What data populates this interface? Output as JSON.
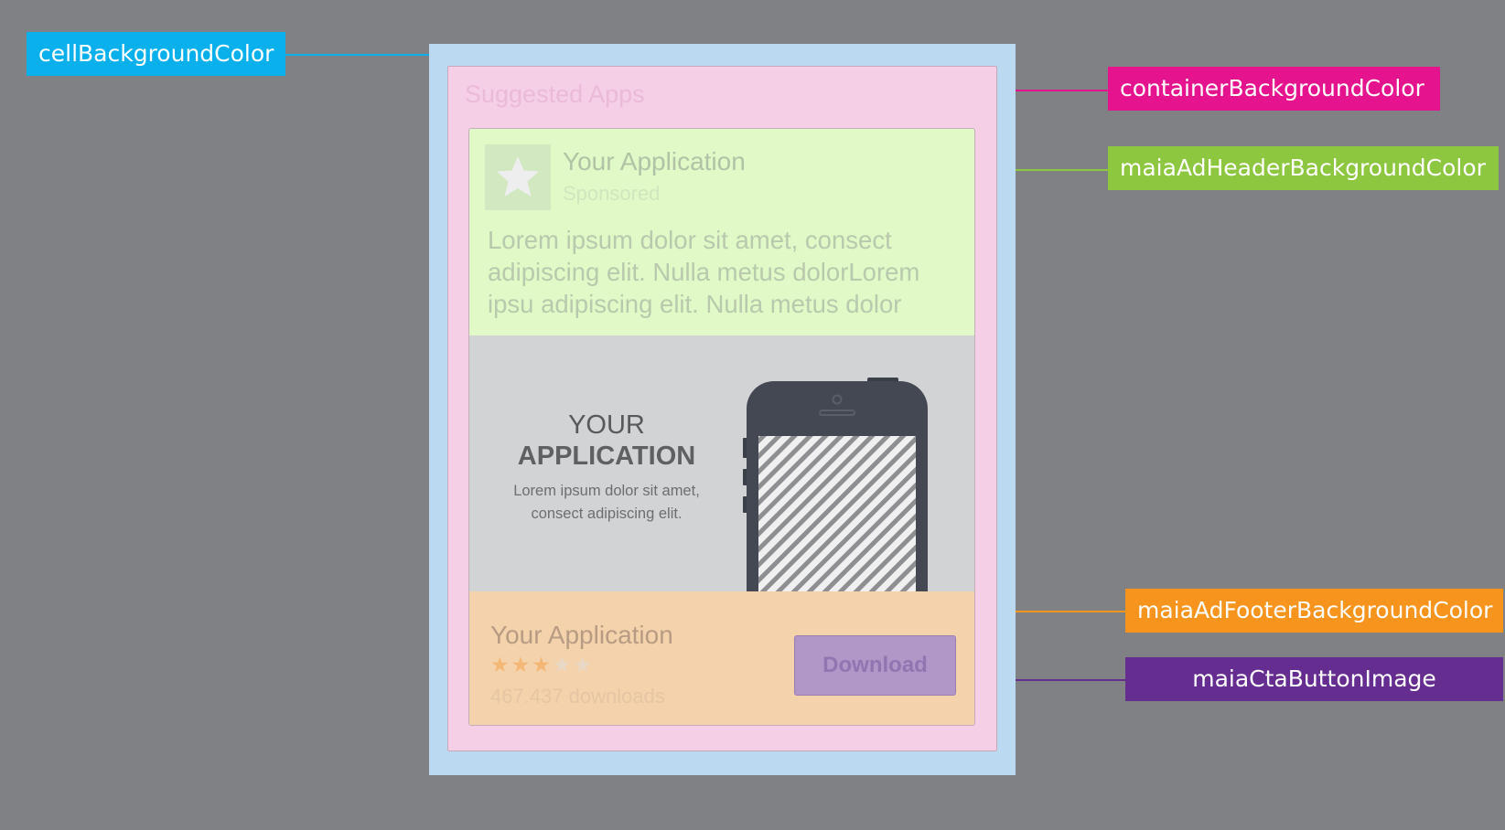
{
  "callouts": {
    "cell": {
      "label": "cellBackgroundColor",
      "color": "#0ab0ec"
    },
    "container": {
      "label": "containerBackgroundColor",
      "color": "#e6138f"
    },
    "header": {
      "label": "maiaAdHeaderBackgroundColor",
      "color": "#8dc63f"
    },
    "footer": {
      "label": "maiaAdFooterBackgroundColor",
      "color": "#f7941e"
    },
    "cta": {
      "label": "maiaCtaButtonImage",
      "color": "#662d91"
    }
  },
  "card": {
    "section_title": "Suggested Apps",
    "header": {
      "app_icon": "star-icon",
      "title": "Your Application",
      "sponsored": "Sponsored",
      "body": "Lorem ipsum dolor sit amet, consect adipiscing elit. Nulla metus dolorLorem ipsu adipiscing elit. Nulla metus dolor"
    },
    "media": {
      "line1": "YOUR",
      "line2": "APPLICATION",
      "description": "Lorem ipsum dolor sit amet, consect adipiscing elit.",
      "device_icon": "smartphone-icon"
    },
    "footer": {
      "title": "Your Application",
      "rating": 3,
      "rating_max": 5,
      "downloads": "467.437 downloads",
      "cta_label": "Download"
    }
  },
  "colors": {
    "page_background": "#808184",
    "cell_background": "#bcd9f2",
    "container_background": "#f5cfe6",
    "header_background": "#e0f9c6",
    "media_background": "#d2d3d5",
    "footer_background": "#f4d2ab",
    "cta_background": "#b097c8"
  }
}
